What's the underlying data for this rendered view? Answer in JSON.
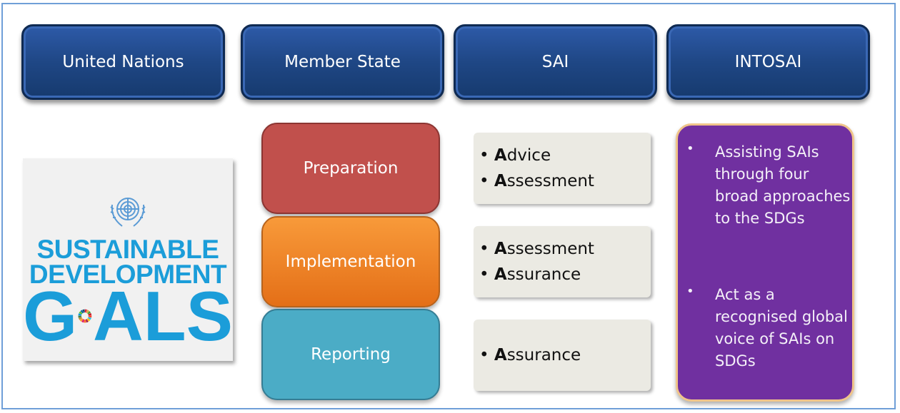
{
  "headers": [
    "United Nations",
    "Member State",
    "SAI",
    "INTOSAI"
  ],
  "logo": {
    "line1": "SUSTAINABLE",
    "line2": "DEVELOPMENT",
    "goals_g": "G",
    "goals_rest": "ALS"
  },
  "stages": [
    "Preparation",
    "Implementation",
    "Reporting"
  ],
  "sai_boxes": [
    [
      {
        "bold": "A",
        "rest": "dvice"
      },
      {
        "bold": "A",
        "rest": "ssessment"
      }
    ],
    [
      {
        "bold": "A",
        "rest": "ssessment"
      },
      {
        "bold": "A",
        "rest": "ssurance"
      }
    ],
    [
      {
        "bold": "A",
        "rest": "ssurance"
      }
    ]
  ],
  "intosai": {
    "bullet": "•",
    "points": [
      "Assisting SAIs through four broad approaches to the SDGs",
      "Act as a recognised global voice of SAIs on SDGs"
    ]
  },
  "colors": {
    "header_blue": "#1f4785",
    "preparation": "#c1504c",
    "implementation": "#f08a2a",
    "reporting": "#4bacc6",
    "intosai_purple": "#7030a0",
    "sdg_blue": "#1b9dd9"
  }
}
